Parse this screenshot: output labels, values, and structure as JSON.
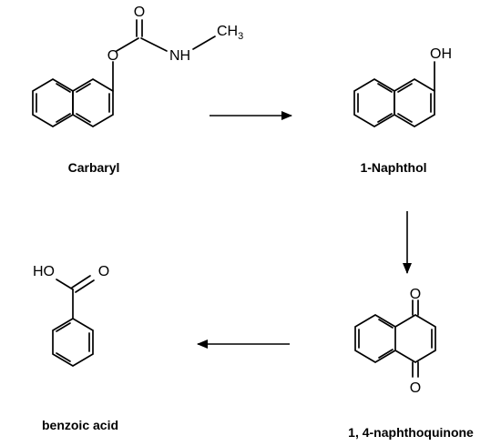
{
  "compounds": [
    {
      "id": "carbaryl",
      "name": "Carbaryl",
      "atoms": {
        "o_ester": "O",
        "o_carbonyl": "O",
        "nh": "NH",
        "ch": "CH",
        "ch_sub": "3"
      }
    },
    {
      "id": "naphthol",
      "name": "1-Naphthol",
      "atoms": {
        "oh": "OH"
      }
    },
    {
      "id": "naphthoquinone",
      "name": "1, 4-naphthoquinone",
      "atoms": {
        "o_top": "O",
        "o_bottom": "O"
      }
    },
    {
      "id": "benzoic",
      "name": "benzoic acid",
      "atoms": {
        "ho": "HO",
        "o": "O"
      }
    }
  ],
  "steps": [
    {
      "from": "carbaryl",
      "to": "naphthol"
    },
    {
      "from": "naphthol",
      "to": "naphthoquinone"
    },
    {
      "from": "naphthoquinone",
      "to": "benzoic"
    }
  ]
}
